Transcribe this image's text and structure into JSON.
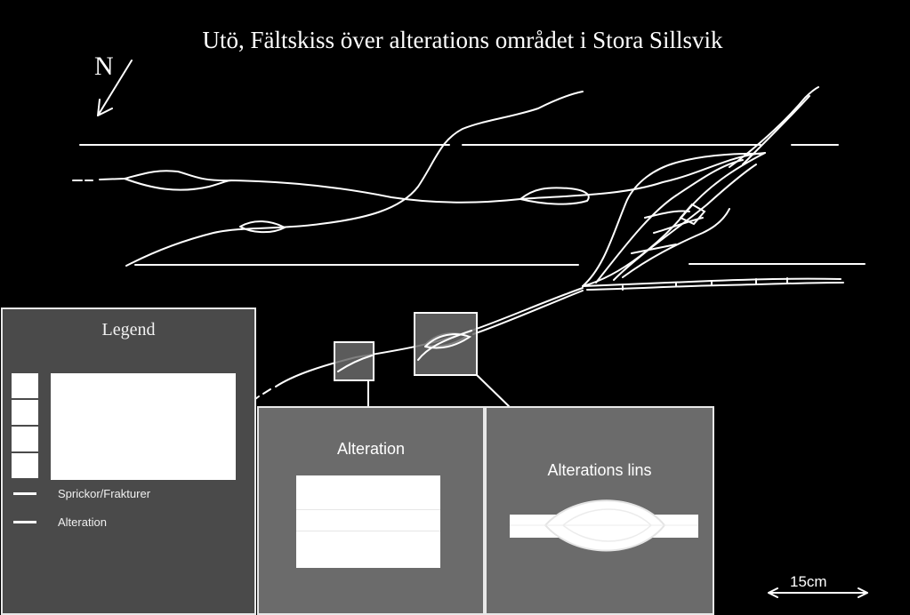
{
  "title": "Utö, Fältskiss över alterations området i Stora Sillsvik",
  "north": {
    "label": "N",
    "icon": "north-arrow-icon"
  },
  "legend": {
    "title": "Legend",
    "items": [
      {
        "label": "Sprickor/Frakturer",
        "icon": "white-line-icon"
      },
      {
        "label": "Alteration",
        "icon": "white-line-icon"
      }
    ]
  },
  "details": [
    {
      "title": "Alteration"
    },
    {
      "title": "Alterations lins"
    }
  ],
  "scale": {
    "label": "15cm",
    "icon": "double-arrow-icon"
  },
  "colors": {
    "background": "#000000",
    "lines": "#ffffff",
    "legend_panel": "#4a4a4a",
    "detail_panel": "#6b6b6b"
  }
}
